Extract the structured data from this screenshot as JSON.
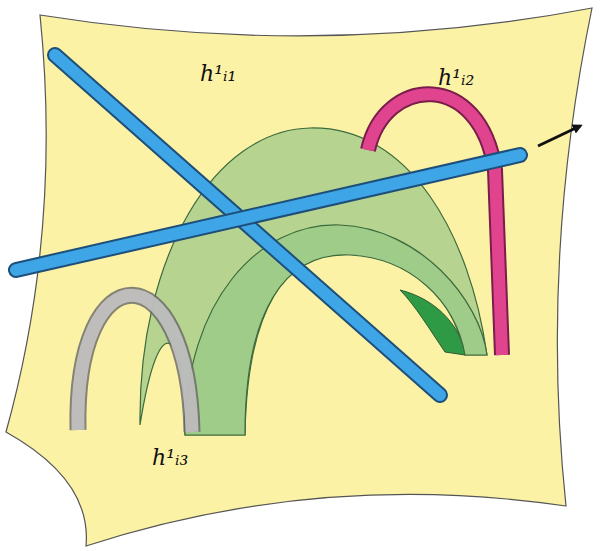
{
  "diagram": {
    "labels": [
      "h¹ᵢ₁",
      "h¹ᵢ₂",
      "h¹ᵢ₃"
    ]
  }
}
